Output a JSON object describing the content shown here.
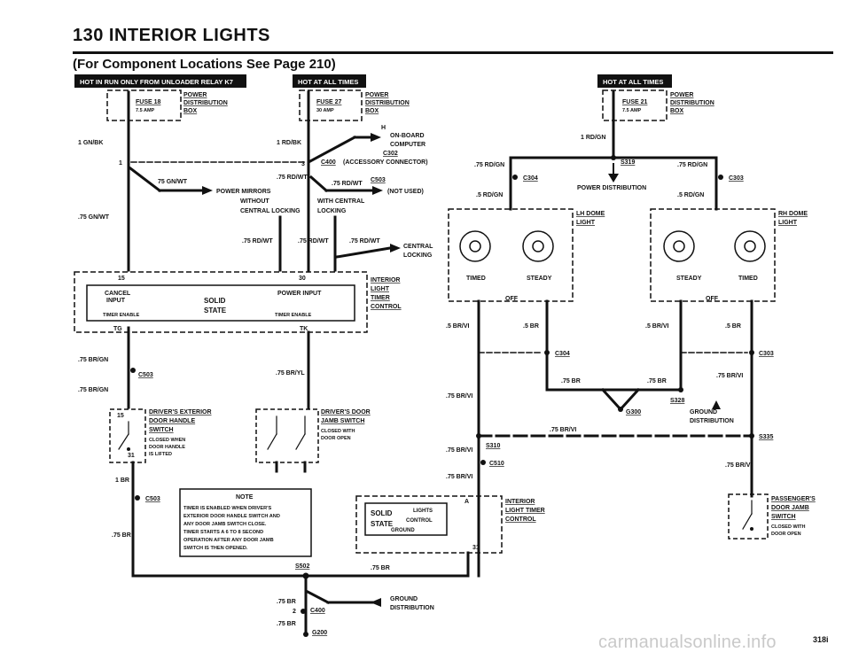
{
  "header": {
    "title": "130 INTERIOR LIGHTS",
    "subtitle": "(For Component Locations See Page 210)"
  },
  "banners": {
    "left": "HOT IN RUN ONLY FROM UNLOADER RELAY K7",
    "middle": "HOT AT ALL TIMES",
    "right": "HOT AT ALL TIMES"
  },
  "fuses": {
    "f18": {
      "name": "FUSE 18",
      "rating": "7.5 AMP"
    },
    "f27": {
      "name": "FUSE 27",
      "rating": "30 AMP"
    },
    "f21": {
      "name": "FUSE 21",
      "rating": "7.5 AMP"
    },
    "power_box": [
      "POWER",
      "DISTRIBUTION",
      "BOX"
    ]
  },
  "left_section": {
    "w1": "1 GN/BK",
    "pin1": "1",
    "w2": "75 GN/WT",
    "mirrors": "POWER MIRRORS",
    "w3": ".75 GN/WT",
    "w_brgn1": ".75 BR/GN",
    "c503": "C503",
    "w_brgn2": ".75 BR/GN",
    "ext_handle": [
      "DRIVER'S EXTERIOR",
      "DOOR HANDLE",
      "SWITCH"
    ],
    "ext_note": [
      "CLOSED WHEN",
      "DOOR HANDLE",
      "IS LIFTED"
    ],
    "pin15": "15",
    "pin31": "31",
    "w_1br": "1 BR",
    "c503b": "C503",
    "w_75br": ".75 BR"
  },
  "middle_section": {
    "w1": "1 RD/BK",
    "onboard": [
      "ON-BOARD",
      "COMPUTER"
    ],
    "h": "H",
    "c302": "C302",
    "c400": "C400",
    "accessory": "(ACCESSORY CONNECTOR)",
    "pin3": "3",
    "w_rdwt1": ".75 RD/WT",
    "w_rdwt2": ".75 RD/WT",
    "c503": "C503",
    "notused": "(NOT USED)",
    "without": [
      "WITHOUT",
      "CENTRAL LOCKING"
    ],
    "with": [
      "WITH CENTRAL",
      "LOCKING"
    ],
    "w_rdwt3": ".75 RD/WT",
    "w_rdwt4": ".75 RD/WT",
    "w_rdwt5": ".75 RD/WT",
    "central": [
      "CENTRAL",
      "LOCKING"
    ]
  },
  "timer_module": {
    "pin15": "15",
    "pin30": "30",
    "cancel": [
      "CANCEL",
      "INPUT"
    ],
    "solid": [
      "SOLID",
      "STATE"
    ],
    "power": "POWER INPUT",
    "timer_en1": "TIMER ENABLE",
    "timer_en2": "TIMER ENABLE",
    "tg": "TG",
    "tk": "TK",
    "label": [
      "INTERIOR",
      "LIGHT",
      "TIMER",
      "CONTROL"
    ],
    "w_bryl": ".75 BR/YL",
    "door_jamb": [
      "DRIVER'S DOOR",
      "JAMB SWITCH"
    ],
    "jamb_note": [
      "CLOSED WITH",
      "DOOR OPEN"
    ]
  },
  "note": {
    "title": "NOTE",
    "lines": [
      "TIMER IS ENABLED WHEN DRIVER'S",
      "EXTERIOR DOOR HANDLE SWITCH AND",
      "ANY DOOR JAMB SWITCH CLOSE.",
      "TIMER STARTS A 6 TO 8 SECOND",
      "OPERATION AFTER ANY DOOR JAMB",
      "SWITCH IS THEN OPENED."
    ]
  },
  "bottom": {
    "s502": "S502",
    "w_75br": ".75 BR",
    "w_75br2": ".75 BR",
    "pin2": "2",
    "c400": "C400",
    "w_75br3": ".75 BR",
    "g200": "G200",
    "ground": [
      "GROUND",
      "DISTRIBUTION"
    ],
    "solid": [
      "SOLID",
      "STATE"
    ],
    "lights": "LIGHTS",
    "control": "CONTROL",
    "ground_lbl": "GROUND",
    "pin_a": "A",
    "pin_31": "31",
    "timer_lbl": [
      "INTERIOR",
      "LIGHT TIMER",
      "CONTROL"
    ]
  },
  "right_section": {
    "w1": "1 RD/GN",
    "s319": "S319",
    "w_rdgn_l": ".75 RD/GN",
    "w_rdgn_r": ".75 RD/GN",
    "c304": "C304",
    "c303": "C303",
    "w_5rdgn_l": ".5 RD/GN",
    "w_5rdgn_r": ".5 RD/GN",
    "power_dist": "POWER DISTRIBUTION",
    "lh_dome": [
      "LH DOME",
      "LIGHT"
    ],
    "rh_dome": [
      "RH DOME",
      "LIGHT"
    ],
    "timed": "TIMED",
    "steady": "STEADY",
    "off": "OFF",
    "w_5brvi_l": ".5 BR/VI",
    "w_5br_l": ".5 BR",
    "w_5brvi_r": ".5 BR/VI",
    "w_5br_r": ".5 BR",
    "c304b": "C304",
    "c303b": "C303",
    "w_75br_a": ".75 BR",
    "w_75br_b": ".75 BR",
    "w_75brvi_r": ".75 BR/VI",
    "w_75brvi_l": ".75 BR/VI",
    "s328": "S328",
    "g300": "G300",
    "ground": [
      "GROUND",
      "DISTRIBUTION"
    ],
    "w_75brvi_c": ".75 BR/VI",
    "s335": "S335",
    "s310": "S310",
    "w_75brvi_d": ".75 BR/VI",
    "c510": "C510",
    "w_75brvi_e": ".75 BR/VI",
    "w_75brvi_f": ".75 BR/VI",
    "pass_jamb": [
      "PASSENGER'S",
      "DOOR JAMB",
      "SWITCH"
    ],
    "pass_note": [
      "CLOSED WITH",
      "DOOR OPEN"
    ]
  },
  "footer": {
    "page_ref": "318i",
    "watermark": "carmanualsonline.info"
  }
}
